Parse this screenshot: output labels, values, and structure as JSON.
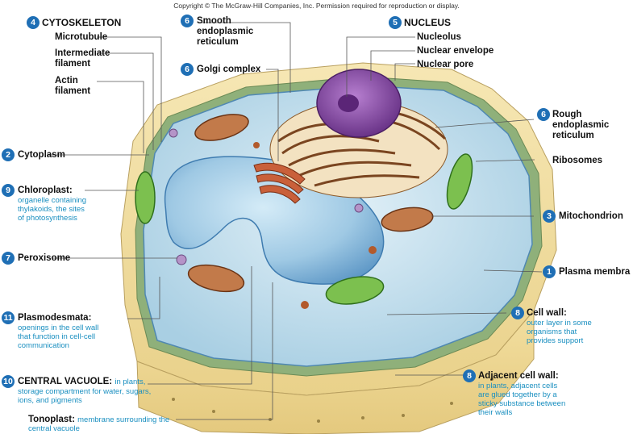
{
  "copyright": "Copyright © The McGraw-Hill Companies, Inc. Permission required for reproduction or display.",
  "labels": {
    "cytoskeleton": {
      "num": "4",
      "title": "CYTOSKELETON"
    },
    "microtubule": "Microtubule",
    "intermediate_filament": [
      "Intermediate",
      "filament"
    ],
    "actin_filament": [
      "Actin",
      "filament"
    ],
    "smooth_er": {
      "num": "6",
      "lines": [
        "Smooth",
        "endoplasmic",
        "reticulum"
      ]
    },
    "golgi": {
      "num": "6",
      "title": "Golgi complex"
    },
    "nucleus": {
      "num": "5",
      "title": "NUCLEUS"
    },
    "nucleolus": "Nucleolus",
    "nuclear_envelope": "Nuclear envelope",
    "nuclear_pore": "Nuclear pore",
    "rough_er": {
      "num": "6",
      "lines": [
        "Rough",
        "endoplasmic",
        "reticulum"
      ]
    },
    "ribosomes": "Ribosomes",
    "cytoplasm": {
      "num": "2",
      "title": "Cytoplasm"
    },
    "chloroplast": {
      "num": "9",
      "title": "Chloroplast:",
      "desc": [
        "organelle containing",
        "thylakoids, the sites",
        "of photosynthesis"
      ]
    },
    "mitochondrion": {
      "num": "3",
      "title": "Mitochondrion"
    },
    "peroxisome": {
      "num": "7",
      "title": "Peroxisome"
    },
    "plasma_membrane": {
      "num": "1",
      "title": "Plasma membra"
    },
    "plasmodesmata": {
      "num": "11",
      "title": "Plasmodesmata:",
      "desc": [
        "openings in the cell wall",
        "that function in cell-cell",
        "communication"
      ]
    },
    "cell_wall": {
      "num": "8",
      "title": "Cell wall:",
      "desc": [
        "outer layer in some",
        "organisms that",
        "provides support"
      ]
    },
    "central_vacuole": {
      "num": "10",
      "title": "CENTRAL VACUOLE:",
      "desc_inline": "in plants,",
      "desc": [
        "storage compartment for water, sugars,",
        "ions, and pigments"
      ]
    },
    "adjacent_cell_wall": {
      "num": "8",
      "title": "Adjacent cell wall:",
      "desc": [
        "in plants, adjacent cells",
        "are glued together by a",
        "sticky substance between",
        "their walls"
      ]
    },
    "tonoplast": {
      "title": "Tonoplast:",
      "desc_inline": "membrane surrounding the",
      "desc": [
        "central vacuole"
      ]
    }
  },
  "colors": {
    "badge": "#1f6fb5",
    "description_text": "#1a8fc0",
    "cell_wall": "#f0dc9c",
    "cytoplasm": "#cfe6f2",
    "nucleus": "#8a4fa8",
    "chloroplast": "#5aa83a",
    "mitochondrion": "#b8653a"
  }
}
